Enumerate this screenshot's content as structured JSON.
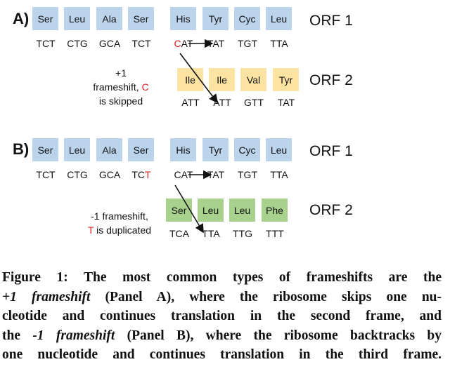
{
  "colors": {
    "orf1": "#bcd3ec",
    "orf2_a": "#fde3a1",
    "orf2_b": "#a9d18e",
    "highlight": "#e0201c"
  },
  "panels": [
    {
      "label": "A)",
      "orf1_label": "ORF 1",
      "orf2_label": "ORF 2",
      "orf1_aa": [
        "Ser",
        "Leu",
        "Ala",
        "Ser",
        "His",
        "Tyr",
        "Cyc",
        "Leu"
      ],
      "orf1_codons": [
        [
          [
            "TCT",
            false
          ]
        ],
        [
          [
            "CTG",
            false
          ]
        ],
        [
          [
            "GCA",
            false
          ]
        ],
        [
          [
            "TCT",
            false
          ]
        ],
        [
          [
            "C",
            true
          ],
          [
            "AT",
            false
          ]
        ],
        [
          [
            "TAT",
            false
          ]
        ],
        [
          [
            "TGT",
            false
          ]
        ],
        [
          [
            "TTA",
            false
          ]
        ]
      ],
      "orf2_aa": [
        "Ile",
        "Ile",
        "Val",
        "Tyr"
      ],
      "orf2_codons": [
        [
          [
            "ATT",
            false
          ]
        ],
        [
          [
            "ATT",
            false
          ]
        ],
        [
          [
            "GTT",
            false
          ]
        ],
        [
          [
            "TAT",
            false
          ]
        ]
      ],
      "note": {
        "line1": "+1",
        "line2": "frameshift, ",
        "line2_red": "C",
        "line3": "is skipped"
      }
    },
    {
      "label": "B)",
      "orf1_label": "ORF 1",
      "orf2_label": "ORF 2",
      "orf1_aa": [
        "Ser",
        "Leu",
        "Ala",
        "Ser",
        "His",
        "Tyr",
        "Cyc",
        "Leu"
      ],
      "orf1_codons": [
        [
          [
            "TCT",
            false
          ]
        ],
        [
          [
            "CTG",
            false
          ]
        ],
        [
          [
            "GCA",
            false
          ]
        ],
        [
          [
            "TC",
            false
          ],
          [
            "T",
            true
          ]
        ],
        [
          [
            "CAT",
            false
          ]
        ],
        [
          [
            "TAT",
            false
          ]
        ],
        [
          [
            "TGT",
            false
          ]
        ],
        [
          [
            "TTA",
            false
          ]
        ]
      ],
      "orf2_aa": [
        "Ser",
        "Leu",
        "Leu",
        "Phe"
      ],
      "orf2_codons": [
        [
          [
            "TCA",
            false
          ]
        ],
        [
          [
            "TTA",
            false
          ]
        ],
        [
          [
            "TTG",
            false
          ]
        ],
        [
          [
            "TTT",
            false
          ]
        ]
      ],
      "note": {
        "line1": "-1 frameshift,",
        "line2_red": "T",
        "line2": " is duplicated"
      }
    }
  ],
  "caption": {
    "l1": "Figure 1: The most common types of frameshifts are the",
    "l2_i": "+1 frameshift",
    "l2": " (Panel A), where the ribosome skips one nu-",
    "l3": "cleotide and continues translation in the second frame, and",
    "l4_a": "the ",
    "l4_i": "-1 frameshift",
    "l4": " (Panel B), where the ribosome backtracks by",
    "l5": "one nucleotide and continues translation in the third frame."
  }
}
